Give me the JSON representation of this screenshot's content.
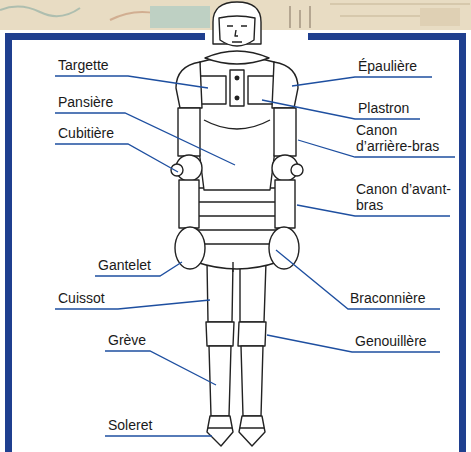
{
  "diagram": {
    "labels": [
      "Targette",
      "Pansière",
      "Cubitière",
      "Gantelet",
      "Cuissot",
      "Grève",
      "Soleret",
      "Épaulière",
      "Plastron",
      "Canon d’arrière-bras",
      "Canon d’avant-bras",
      "Braconnière",
      "Genouillère"
    ]
  }
}
